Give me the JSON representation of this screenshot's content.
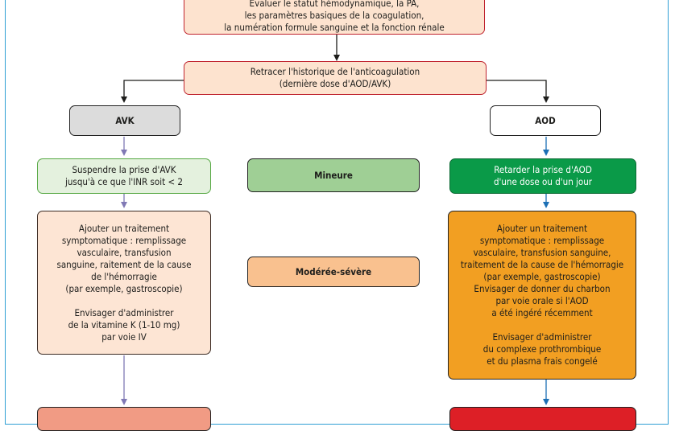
{
  "boxes": {
    "top": "Évaluer le statut hémodynamique, la PA,\nles paramètres basiques de la coagulation,\nla numération formule sanguine et la fonction rénale",
    "history": "Retracer l'historique de l'anticoagulation\n(dernière dose d'AOD/AVK)",
    "avk": "AVK",
    "aod": "AOD",
    "avk_suspend": "Suspendre la prise d'AVK\njusqu'à ce que l'INR soit < 2",
    "mineure": "Mineure",
    "aod_delay": "Retarder la prise d'AOD\nd'une dose ou d'un jour",
    "avk_treatment": "Ajouter un traitement\nsymptomatique : remplissage\nvasculaire, transfusion\nsanguine, raitement de la cause\nde l'hémorragie\n(par exemple, gastroscopie)\n\nEnvisager d'administrer\nde la vitamine K (1-10 mg)\npar voie IV",
    "moderee": "Modérée-sévère",
    "aod_treatment": "Ajouter un traitement\nsymptomatique : remplissage\nvasculaire, transfusion sanguine,\ntraitement de la cause de l'hémorragie\n(par exemple, gastroscopie)\nEnvisager de donner du charbon\npar voie orale si l'AOD\na été ingéré récemment\n\nEnvisager d'administrer\ndu complexe prothrombique\net du plasma frais congelé",
    "bottom_left": "",
    "bottom_right": ""
  },
  "colors": {
    "frame": "#2f9fd4",
    "black_arrow": "#1d1d1b",
    "avk_arrow": "#8079b5",
    "aod_arrow": "#1c6fb5"
  }
}
